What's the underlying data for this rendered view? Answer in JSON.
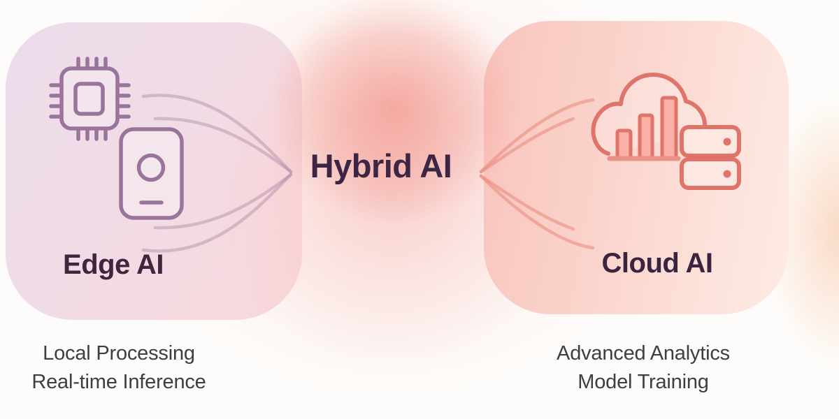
{
  "diagram": {
    "center": {
      "title": "Hybrid AI"
    },
    "edge": {
      "title": "Edge AI",
      "features": [
        "Local Processing",
        "Real-time Inference"
      ],
      "icons": [
        "chip-icon",
        "smartphone-icon"
      ]
    },
    "cloud": {
      "title": "Cloud AI",
      "features": [
        "Advanced Analytics",
        "Model Training"
      ],
      "icons": [
        "cloud-bar-chart-icon",
        "server-stack-icon"
      ]
    },
    "colors": {
      "edge_accent": "#9a759b",
      "cloud_accent": "#df746a",
      "title_text": "#3d2643",
      "feature_text": "#3e3d42",
      "edge_panel_bg": "#efdbe6",
      "cloud_panel_bg": "#fbd5cd",
      "center_glow": "#ee6e60",
      "edge_flow_lines": "#a67fa0",
      "cloud_flow_lines": "#e8887a"
    }
  }
}
